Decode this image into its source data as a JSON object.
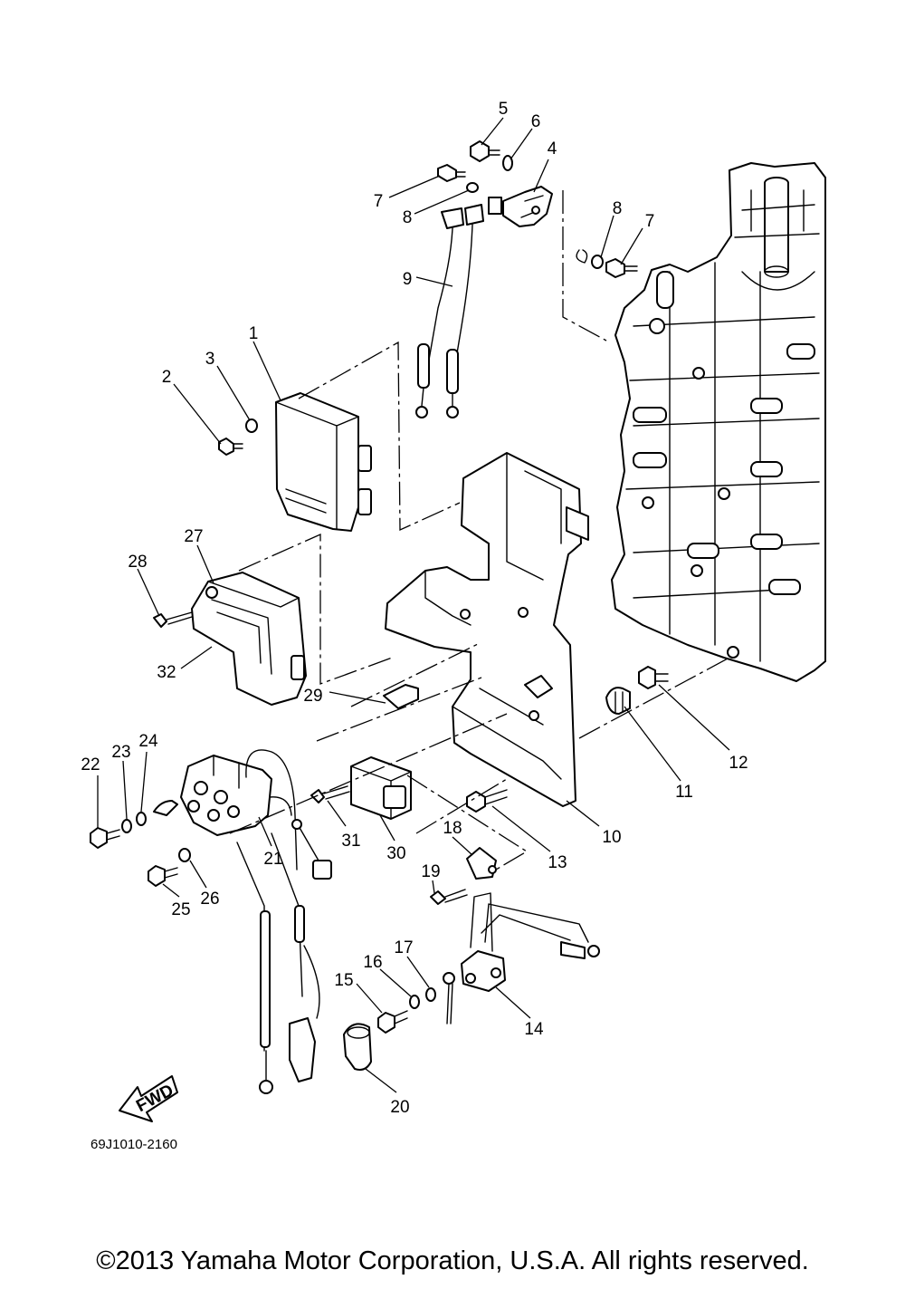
{
  "diagram": {
    "callouts": {
      "c1": "1",
      "c2": "2",
      "c3": "3",
      "c4": "4",
      "c5": "5",
      "c6": "6",
      "c7a": "7",
      "c7b": "7",
      "c8a": "8",
      "c8b": "8",
      "c9": "9",
      "c10": "10",
      "c11": "11",
      "c12": "12",
      "c13": "13",
      "c14": "14",
      "c15": "15",
      "c16": "16",
      "c17": "17",
      "c18": "18",
      "c19": "19",
      "c20": "20",
      "c21": "21",
      "c22": "22",
      "c23": "23",
      "c24": "24",
      "c25": "25",
      "c26": "26",
      "c27": "27",
      "c28": "28",
      "c29": "29",
      "c30": "30",
      "c31": "31",
      "c32": "32"
    },
    "fwd_label": "FWD",
    "drawing_code": "69J1010-2160"
  },
  "footer": {
    "copyright": "©2013 Yamaha Motor Corporation, U.S.A. All rights reserved."
  }
}
